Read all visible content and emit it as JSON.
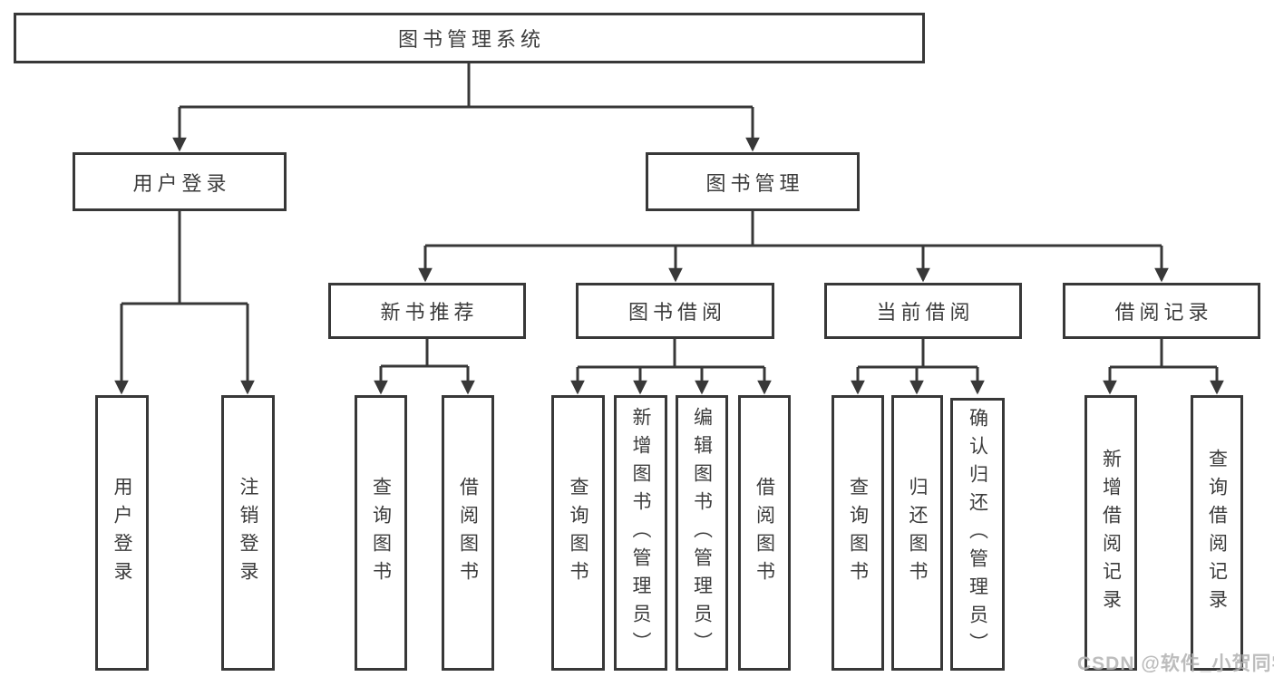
{
  "colors": {
    "line": "#383838",
    "text": "#3c3c3c",
    "bg": "#ffffff",
    "watermark": "#b4b4b4"
  },
  "watermark": "CSDN @软件_小贺同学",
  "tree": {
    "label": "图书管理系统",
    "children": [
      {
        "label": "用户登录",
        "children": [
          {
            "label": "用户登录"
          },
          {
            "label": "注销登录"
          }
        ]
      },
      {
        "label": "图书管理",
        "children": [
          {
            "label": "新书推荐",
            "children": [
              {
                "label": "查询图书"
              },
              {
                "label": "借阅图书"
              }
            ]
          },
          {
            "label": "图书借阅",
            "children": [
              {
                "label": "查询图书"
              },
              {
                "label": "新增图书（管理员）"
              },
              {
                "label": "编辑图书（管理员）"
              },
              {
                "label": "借阅图书"
              }
            ]
          },
          {
            "label": "当前借阅",
            "children": [
              {
                "label": "查询图书"
              },
              {
                "label": "归还图书"
              },
              {
                "label": "确认归还（管理员）"
              }
            ]
          },
          {
            "label": "借阅记录",
            "children": [
              {
                "label": "新增借阅记录"
              },
              {
                "label": "查询借阅记录"
              }
            ]
          }
        ]
      }
    ]
  }
}
